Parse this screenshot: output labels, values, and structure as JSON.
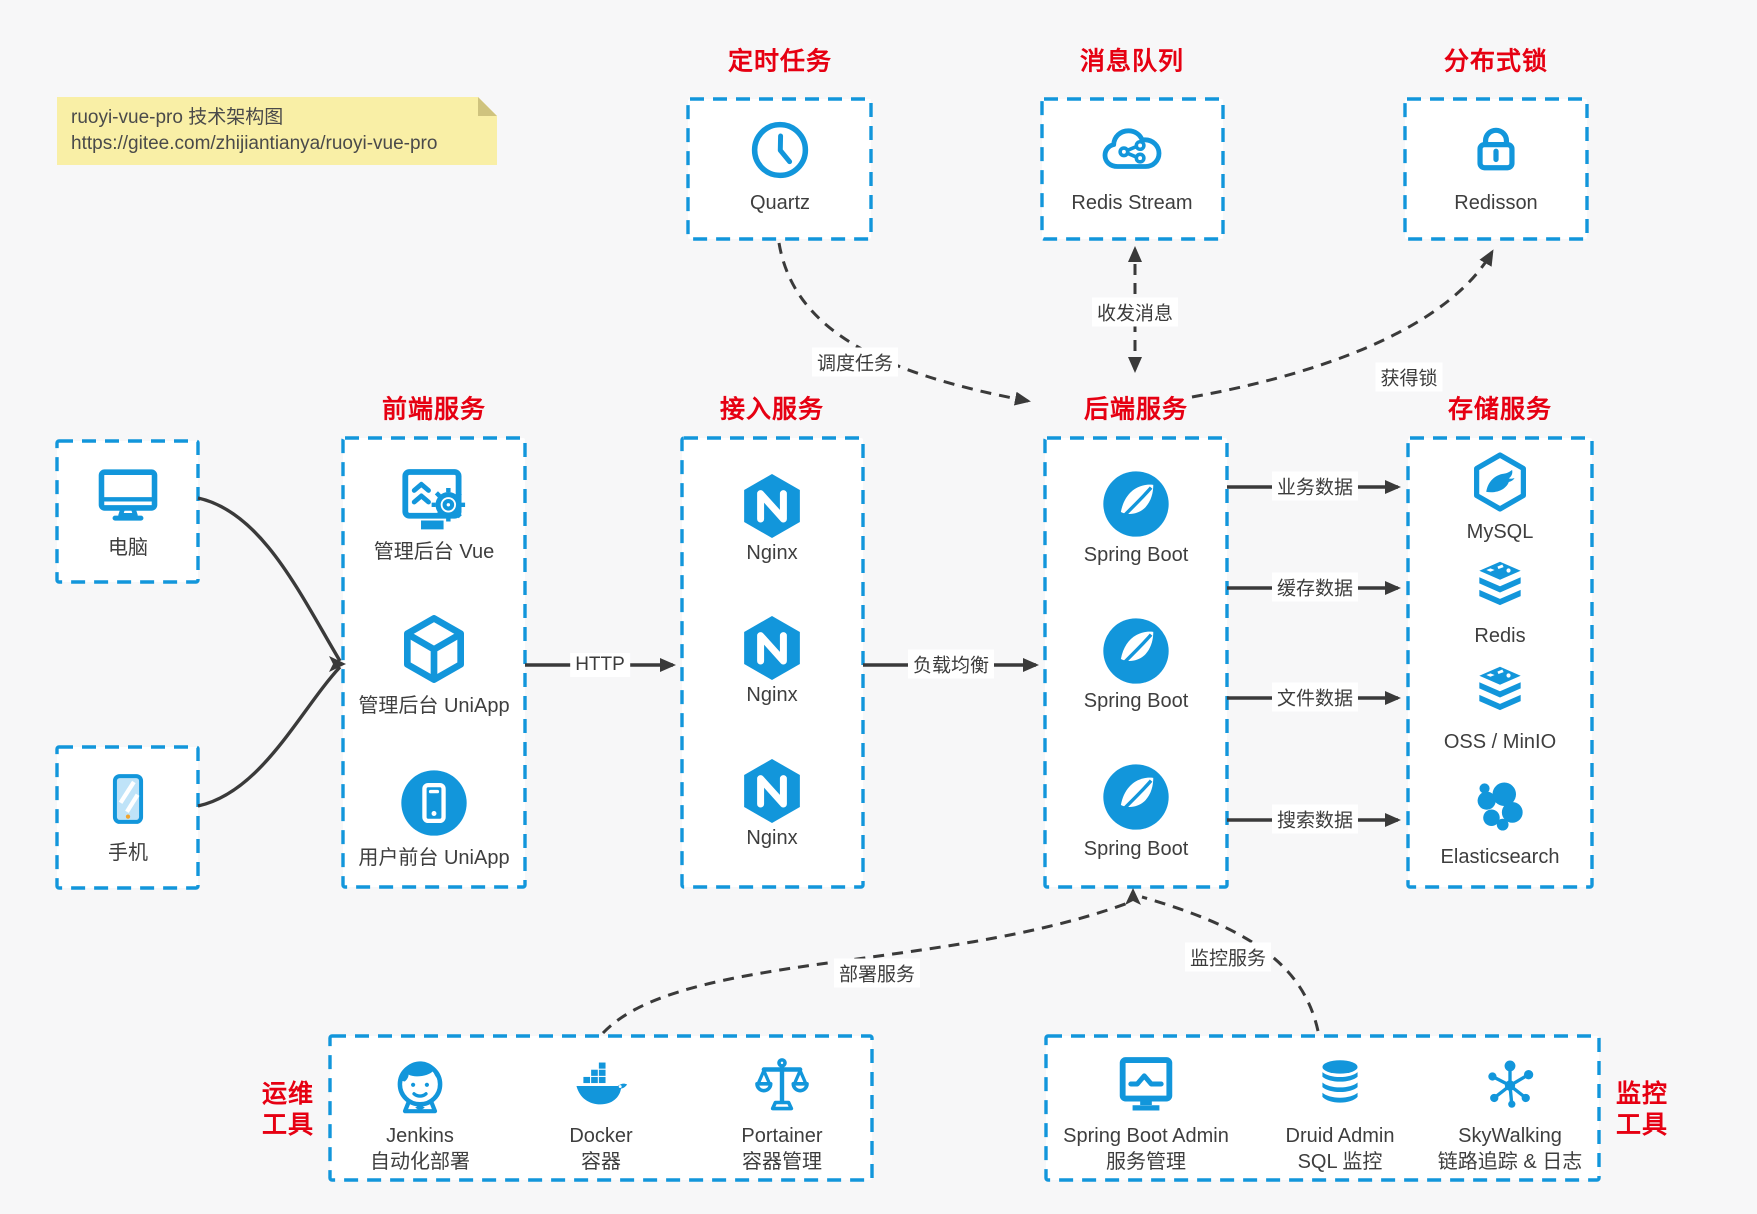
{
  "note": {
    "line1": "ruoyi-vue-pro 技术架构图",
    "line2": "https://gitee.com/zhijiantianya/ruoyi-vue-pro"
  },
  "colors": {
    "accent_blue": "#1296db",
    "title_red": "#e60012",
    "arrow_dark": "#3a3a3a",
    "note_bg": "#f9efa6",
    "canvas_bg": "#f7f7f8"
  },
  "groups": [
    {
      "id": "scheduled-tasks",
      "title": "定时任务",
      "items": [
        {
          "icon": "clock",
          "label": "Quartz"
        }
      ]
    },
    {
      "id": "message-queue",
      "title": "消息队列",
      "items": [
        {
          "icon": "cloud-message",
          "label": "Redis Stream"
        }
      ]
    },
    {
      "id": "distributed-lock",
      "title": "分布式锁",
      "items": [
        {
          "icon": "lock",
          "label": "Redisson"
        }
      ]
    },
    {
      "id": "client-pc",
      "title": "",
      "items": [
        {
          "icon": "desktop",
          "label": "电脑"
        }
      ]
    },
    {
      "id": "client-mobile",
      "title": "",
      "items": [
        {
          "icon": "smartphone",
          "label": "手机"
        }
      ]
    },
    {
      "id": "frontend",
      "title": "前端服务",
      "items": [
        {
          "icon": "admin-dashboard",
          "label": "管理后台 Vue"
        },
        {
          "icon": "uniapp-cube",
          "label": "管理后台 UniApp"
        },
        {
          "icon": "mobile-app-circle",
          "label": "用户前台 UniApp"
        }
      ]
    },
    {
      "id": "gateway",
      "title": "接入服务",
      "items": [
        {
          "icon": "nginx-hexagon",
          "label": "Nginx"
        },
        {
          "icon": "nginx-hexagon",
          "label": "Nginx"
        },
        {
          "icon": "nginx-hexagon",
          "label": "Nginx"
        }
      ]
    },
    {
      "id": "backend",
      "title": "后端服务",
      "items": [
        {
          "icon": "spring-boot-leaf",
          "label": "Spring Boot"
        },
        {
          "icon": "spring-boot-leaf",
          "label": "Spring Boot"
        },
        {
          "icon": "spring-boot-leaf",
          "label": "Spring Boot"
        }
      ]
    },
    {
      "id": "storage",
      "title": "存储服务",
      "items": [
        {
          "icon": "mysql-dolphin",
          "label": "MySQL"
        },
        {
          "icon": "redis-stack",
          "label": "Redis"
        },
        {
          "icon": "redis-stack",
          "label": "OSS / MinIO"
        },
        {
          "icon": "elasticsearch-cluster",
          "label": "Elasticsearch"
        }
      ]
    },
    {
      "id": "ops-tools",
      "title": "运维\n工具",
      "items": [
        {
          "icon": "jenkins-butler",
          "label": "Jenkins",
          "sublabel": "自动化部署"
        },
        {
          "icon": "docker-whale",
          "label": "Docker",
          "sublabel": "容器"
        },
        {
          "icon": "portainer-scales",
          "label": "Portainer",
          "sublabel": "容器管理"
        }
      ]
    },
    {
      "id": "monitor-tools",
      "title": "监控\n工具",
      "items": [
        {
          "icon": "monitor-chart",
          "label": "Spring Boot Admin",
          "sublabel": "服务管理"
        },
        {
          "icon": "database-cylinder",
          "label": "Druid Admin",
          "sublabel": "SQL 监控"
        },
        {
          "icon": "skywalking-topology",
          "label": "SkyWalking",
          "sublabel": "链路追踪 & 日志"
        }
      ]
    }
  ],
  "edges": [
    {
      "id": "client-frontend",
      "label": ""
    },
    {
      "id": "http",
      "label": "HTTP"
    },
    {
      "id": "load-balance",
      "label": "负载均衡"
    },
    {
      "id": "schedule-task",
      "label": "调度任务"
    },
    {
      "id": "send-receive-message",
      "label": "收发消息"
    },
    {
      "id": "acquire-lock",
      "label": "获得锁"
    },
    {
      "id": "business-data",
      "label": "业务数据"
    },
    {
      "id": "cache-data",
      "label": "缓存数据"
    },
    {
      "id": "file-data",
      "label": "文件数据"
    },
    {
      "id": "search-data",
      "label": "搜索数据"
    },
    {
      "id": "deploy-service",
      "label": "部署服务"
    },
    {
      "id": "monitor-service",
      "label": "监控服务"
    }
  ]
}
